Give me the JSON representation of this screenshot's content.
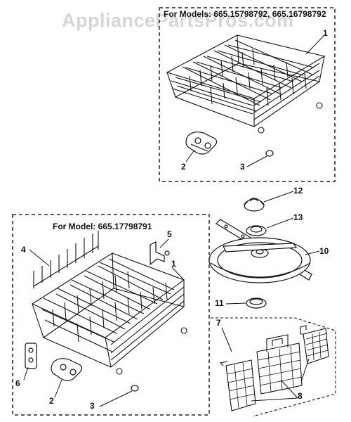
{
  "watermark": "AppliancePartsPros.com",
  "panels": {
    "top": {
      "header": "For Models:  665.15798792, 665.16798792"
    },
    "left": {
      "header": "For Model:  665.17798791"
    }
  },
  "callouts": {
    "top_rack": "1",
    "top_wheel": "2",
    "top_cap": "3",
    "left_rack": "1",
    "left_wheel": "2",
    "left_cap": "3",
    "left_tines": "4",
    "left_clip": "5",
    "left_stop": "6",
    "basket_group": "7",
    "baskets": "8",
    "spray_arm": "10",
    "bearing": "11",
    "cap_top": "12",
    "ring": "13"
  }
}
